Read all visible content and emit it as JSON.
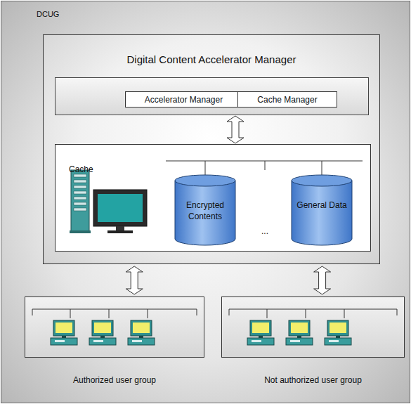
{
  "diagram": {
    "nodes": [
      {
        "text": [
          "DCUG"
        ]
      },
      {
        "text": [
          "Digital Content Accelerator Manager"
        ],
        "in": 0
      },
      {
        "text": [
          "Accelerator Manager"
        ],
        "in": 1
      },
      {
        "text": [
          "Cache Manager"
        ],
        "in": 1
      },
      {
        "text": [
          "Cache"
        ],
        "in": 1
      },
      {
        "text": [
          "Encrypted Contents"
        ],
        "in": 4
      },
      {
        "text": [
          "General Data"
        ],
        "in": 4
      },
      {
        "text": [
          "Authorized user group"
        ],
        "in": 0
      },
      {
        "text": [
          "Not authorized user group"
        ],
        "in": 0
      }
    ],
    "edges": [
      {
        "from": 1,
        "to": 7,
        "arrow": "both"
      },
      {
        "from": 1,
        "to": 8,
        "arrow": "both"
      }
    ],
    "labels": [
      "..."
    ]
  }
}
